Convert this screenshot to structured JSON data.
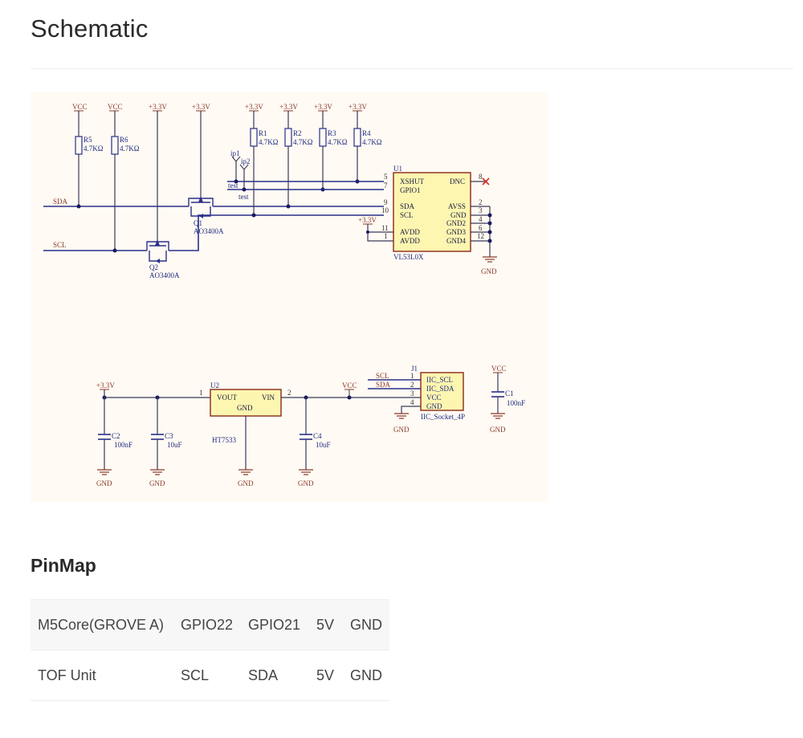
{
  "header": {
    "title": "Schematic"
  },
  "schematic": {
    "power_labels": {
      "vcc": "VCC",
      "v33": "+3.3V",
      "gnd": "GND"
    },
    "nets": {
      "sda": "SDA",
      "scl": "SCL"
    },
    "resistors": [
      {
        "ref": "R5",
        "value": "4.7KΩ"
      },
      {
        "ref": "R6",
        "value": "4.7KΩ"
      },
      {
        "ref": "R1",
        "value": "4.7KΩ"
      },
      {
        "ref": "R2",
        "value": "4.7KΩ"
      },
      {
        "ref": "R3",
        "value": "4.7KΩ"
      },
      {
        "ref": "R4",
        "value": "4.7KΩ"
      }
    ],
    "transistors": [
      {
        "ref": "Q1",
        "part": "AO3400A"
      },
      {
        "ref": "Q2",
        "part": "AO3400A"
      }
    ],
    "test_points": [
      {
        "ref": "ip1",
        "label": "test"
      },
      {
        "ref": "ip2",
        "label": "test"
      }
    ],
    "u1": {
      "ref": "U1",
      "part": "VL53L0X",
      "left_pins": [
        {
          "num": "5",
          "name": "XSHUT"
        },
        {
          "num": "7",
          "name": "GPIO1"
        },
        {
          "num": "9",
          "name": "SDA"
        },
        {
          "num": "10",
          "name": "SCL"
        },
        {
          "num": "11",
          "name": "AVDD"
        },
        {
          "num": "1",
          "name": "AVDD"
        }
      ],
      "right_pins": [
        {
          "num": "8",
          "name": "DNC"
        },
        {
          "num": "2",
          "name": "AVSS"
        },
        {
          "num": "3",
          "name": "GND"
        },
        {
          "num": "4",
          "name": "GND2"
        },
        {
          "num": "6",
          "name": "GND3"
        },
        {
          "num": "12",
          "name": "GND4"
        }
      ]
    },
    "u2": {
      "ref": "U2",
      "part": "HT7533",
      "pins": [
        {
          "num": "1",
          "name": "VOUT"
        },
        {
          "num": "2",
          "name": "VIN"
        },
        {
          "num": "",
          "name": "GND"
        }
      ]
    },
    "capacitors": [
      {
        "ref": "C2",
        "value": "100nF"
      },
      {
        "ref": "C3",
        "value": "10uF"
      },
      {
        "ref": "C4",
        "value": "10uF"
      },
      {
        "ref": "C1",
        "value": "100nF"
      }
    ],
    "j1": {
      "ref": "J1",
      "part": "IIC_Socket_4P",
      "pins": [
        {
          "num": "1",
          "name": "IIC_SCL",
          "net": "SCL"
        },
        {
          "num": "2",
          "name": "IIC_SDA",
          "net": "SDA"
        },
        {
          "num": "3",
          "name": "VCC",
          "net": ""
        },
        {
          "num": "4",
          "name": "GND",
          "net": ""
        }
      ]
    },
    "colors": {
      "background": "#fffaf3",
      "wire": "#2a2f8a",
      "wire_dark": "#3a3a5a",
      "power_wire": "#5a3a2a",
      "chip_fill": "#fdf6b0",
      "chip_border": "#8a2a1a",
      "no_connect": "#d03020"
    }
  },
  "pinmap": {
    "title": "PinMap",
    "rows": [
      [
        "M5Core(GROVE A)",
        "GPIO22",
        "GPIO21",
        "5V",
        "GND"
      ],
      [
        "TOF Unit",
        "SCL",
        "SDA",
        "5V",
        "GND"
      ]
    ]
  }
}
